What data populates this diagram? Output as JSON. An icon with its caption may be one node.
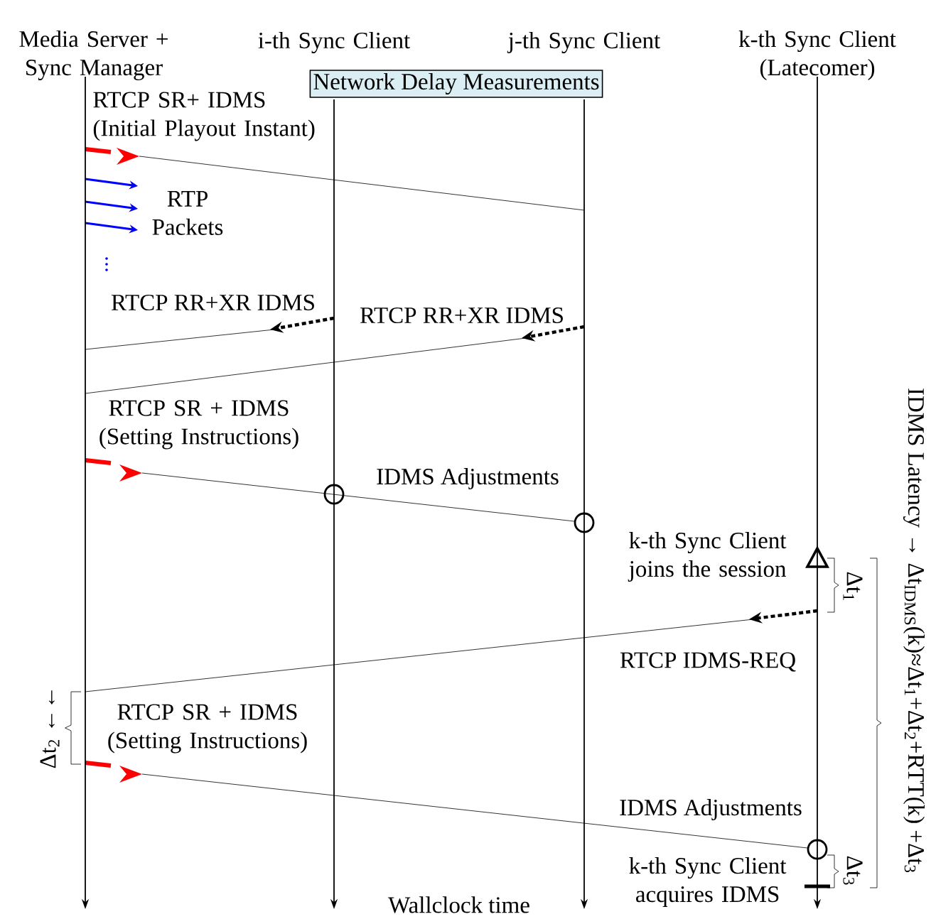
{
  "diagram": {
    "nodes": [
      {
        "text": [
          "Media Server + Sync Manager"
        ]
      },
      {
        "text": [
          "i-th Sync Client"
        ]
      },
      {
        "text": [
          "j-th Sync Client"
        ]
      },
      {
        "text": [
          "k-th Sync Client (Latecomer)"
        ]
      },
      {
        "text": [
          "Network Delay Measurements"
        ]
      }
    ],
    "edges": [
      {
        "from": 0,
        "to": null,
        "arrow": "to"
      },
      {
        "from": 1,
        "to": null,
        "arrow": "to"
      },
      {
        "from": 2,
        "to": null,
        "arrow": "to"
      },
      {
        "from": 3,
        "to": null,
        "arrow": "to"
      }
    ],
    "labels": [
      "RTCP SR+ IDMS (Initial Playout Instant)",
      "RTP Packets",
      "RTCP RR+XR IDMS",
      "RTCP RR+XR IDMS",
      "RTCP SR + IDMS (Setting Instructions)",
      "IDMS Adjustments",
      "IDMS Latency → Δt$_{IDMS}$(k)≈Δt$_{1}$+Δt$_{2}$+RTT(k) +Δt$_{3}$",
      "k-th Sync Client joins the session",
      "Δt$_{1}$",
      "RTCP IDMS-REQ",
      "Δt$_{2}$ ←←",
      "RTCP SR + IDMS (Setting Instructions)",
      "IDMS Adjustments",
      "Δt$_{3}$",
      "k-th Sync Client acquires IDMS",
      "Wallclock time"
    ]
  }
}
